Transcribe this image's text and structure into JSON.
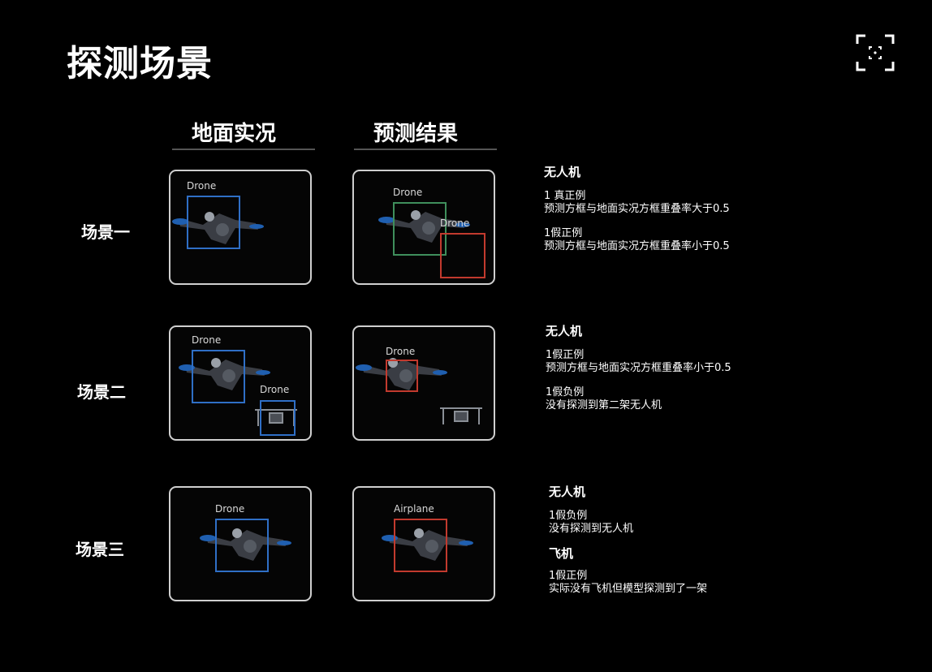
{
  "title": "探测场景",
  "columns": {
    "ground_truth": "地面实况",
    "prediction": "预测结果"
  },
  "colors": {
    "blue": "#2f6fc6",
    "green": "#3f8f5c",
    "red": "#c23a2e",
    "panel_border": "#cfcfcf"
  },
  "scenes": [
    {
      "label": "场景一",
      "gt_boxes": [
        "Drone"
      ],
      "pred_boxes": [
        "Drone",
        "Drone"
      ],
      "notes": {
        "heading": "无人机",
        "items": [
          {
            "title": "1 真正例",
            "desc": "预测方框与地面实况方框重叠率大于0.5"
          },
          {
            "title": "1假正例",
            "desc": "预测方框与地面实况方框重叠率小于0.5"
          }
        ]
      }
    },
    {
      "label": "场景二",
      "gt_boxes": [
        "Drone",
        "Drone"
      ],
      "pred_boxes": [
        "Drone"
      ],
      "notes": {
        "heading": "无人机",
        "items": [
          {
            "title": "1假正例",
            "desc": "预测方框与地面实况方框重叠率小于0.5"
          },
          {
            "title": "1假负例",
            "desc": "没有探测到第二架无人机"
          }
        ]
      }
    },
    {
      "label": "场景三",
      "gt_boxes": [
        "Drone"
      ],
      "pred_boxes": [
        "Airplane"
      ],
      "notes": {
        "heading": "无人机",
        "items": [
          {
            "title": "1假负例",
            "desc": "没有探测到无人机"
          }
        ],
        "heading2": "飞机",
        "items2": [
          {
            "title": "1假正例",
            "desc": "实际没有飞机但模型探测到了一架"
          }
        ]
      }
    }
  ]
}
